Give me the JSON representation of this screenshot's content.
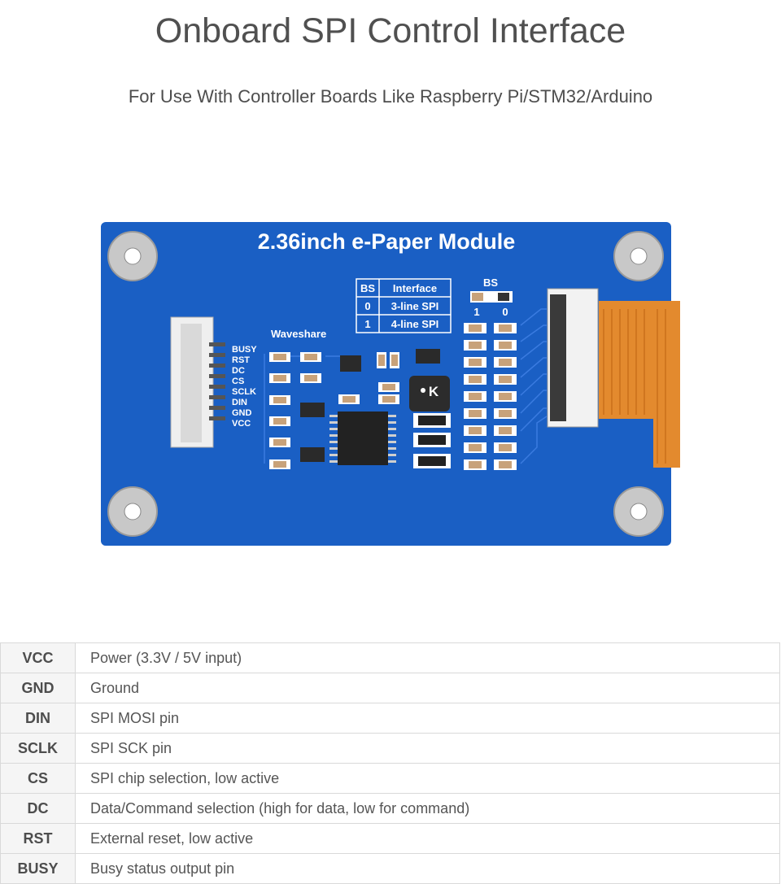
{
  "header": {
    "title": "Onboard SPI Control Interface",
    "subtitle": "For Use With Controller Boards Like Raspberry Pi/STM32/Arduino"
  },
  "board": {
    "name": "2.36inch e-Paper Module",
    "brand": "Waveshare",
    "colors": {
      "pcb": "#1a5fc4",
      "silk": "#ffffff",
      "flex": "#e38a2e"
    },
    "pin_labels": [
      "BUSY",
      "RST",
      "DC",
      "CS",
      "SCLK",
      "DIN",
      "GND",
      "VCC"
    ],
    "bs_table": {
      "headers": [
        "BS",
        "Interface"
      ],
      "rows": [
        [
          "0",
          "3-line SPI"
        ],
        [
          "1",
          "4-line SPI"
        ]
      ]
    },
    "bs_switch": {
      "label": "BS",
      "left": "1",
      "right": "0"
    },
    "inductor_mark": "K"
  },
  "pins": [
    {
      "name": "VCC",
      "desc": "Power (3.3V / 5V input)"
    },
    {
      "name": "GND",
      "desc": "Ground"
    },
    {
      "name": "DIN",
      "desc": "SPI MOSI pin"
    },
    {
      "name": "SCLK",
      "desc": "SPI SCK pin"
    },
    {
      "name": "CS",
      "desc": "SPI chip selection, low active"
    },
    {
      "name": "DC",
      "desc": "Data/Command selection (high for data, low for command)"
    },
    {
      "name": "RST",
      "desc": "External reset, low active"
    },
    {
      "name": "BUSY",
      "desc": "Busy status output pin"
    }
  ]
}
